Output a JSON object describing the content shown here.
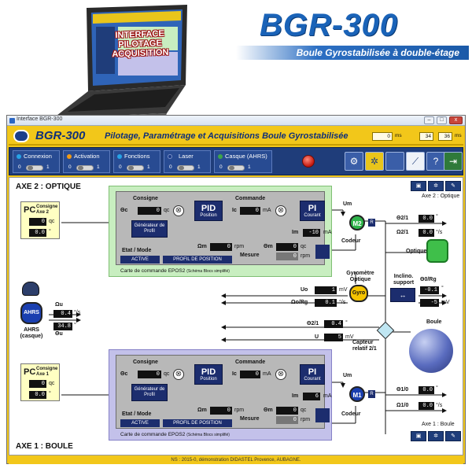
{
  "brand": {
    "title": "BGR-300",
    "subtitle": "Boule Gyrostabilisée à double-étage",
    "laptop_text": [
      "INTERFACE",
      "PILOTAGE",
      "ACQUISITION"
    ]
  },
  "window": {
    "title": "Interface BGR-300",
    "app_title": "BGR-300",
    "app_subtitle": "Pilotage, Paramétrage et Acquisitions Boule Gyrostabilisée",
    "timer1": "0",
    "timer1_unit": "ms",
    "timer2": "34",
    "timer3": "36",
    "timer3_unit": "ms"
  },
  "toolbar": {
    "groups": [
      {
        "label": "Connexion",
        "left": "0",
        "right": "1",
        "led": "#27a3e6"
      },
      {
        "label": "Activation",
        "left": "0",
        "right": "1",
        "led": "#f09a16"
      },
      {
        "label": "Fonctions",
        "left": "0",
        "right": "1",
        "led": "#27a3e6"
      },
      {
        "label": "Laser",
        "left": "0",
        "right": "1",
        "led": "#1b3c8a"
      },
      {
        "label": "Casque (AHRS)",
        "left": "0",
        "right": "1",
        "led": "#3ea44a"
      }
    ],
    "icons": [
      "gear-icon",
      "chart-icon",
      "help-icon",
      "exit-icon"
    ]
  },
  "axe2": {
    "title": "AXE 2 : OPTIQUE",
    "pc_label": "PC",
    "pc_sub": "Consigne Axe 2",
    "pc_v1": "0",
    "pc_u1": "qc",
    "pc_v2": "0.0",
    "pc_u2": "°",
    "consigne_lbl": "Consigne",
    "theta_c": "Θc",
    "theta_c_val": "0",
    "theta_c_unit": "qc",
    "gen_profil": "Générateur de Profil",
    "pid": "PID",
    "pid_sub": "Position",
    "commande_lbl": "Commande",
    "ic": "Ic",
    "ic_val": "0",
    "ic_unit": "mA",
    "pi": "PI",
    "pi_sub": "Courant",
    "im": "Im",
    "im_val": "-10",
    "im_unit": "mA",
    "omega_m": "Ωm",
    "omega_m_val": "0",
    "omega_m_unit": "rpm",
    "theta_m": "Θm",
    "theta_m_val": "0",
    "theta_m_unit": "qc",
    "mesure": "Mesure",
    "theta_m2_val": "0",
    "theta_m2_unit": "rpm",
    "etat_lbl": "Etat / Mode",
    "etat1": "ACTIVE",
    "etat2": "PROFIL DE POSITION",
    "card_caption": "Carte de commande EPOS2",
    "card_caption_s": "(Schéma Blocs simplifié)",
    "um": "Um",
    "motor": "M2",
    "r": "R",
    "codeur": "Codeur",
    "axe_lbl": "Axe 2 : Optique",
    "theta21": "Θ2/1",
    "theta21_val": "0.0",
    "theta21_unit": "°",
    "omega21": "Ω2/1",
    "omega21_val": "0.0",
    "omega21_unit": "°/s",
    "optique": "Optique"
  },
  "mid": {
    "gyro_lbl": "Gyromètre Optique",
    "gyro": "Gyro",
    "uo": "Uo",
    "uo_val": "1",
    "uo_unit": "mV",
    "omega_org": "Ωo/Rg",
    "omega_org_val": "0.1",
    "omega_org_unit": "°/s",
    "inclino": "Inclino. support",
    "theta_org": "Θ0/Rg",
    "theta_org_val": "-0.1",
    "theta_org_unit": "°",
    "theta_org2_val": "-5",
    "theta_org2_unit": "mV",
    "ahrs": "AHRS",
    "ahrs_lbl": "AHRS (casque)",
    "omega_u": "Ωu",
    "omega_u_val": "0.4",
    "omega_u_unit": "°/s",
    "theta_u": "Θu",
    "theta_u_val": "34.8",
    "theta_u_unit": "°",
    "theta21": "Θ2/1",
    "theta21_val": "0.4",
    "theta21_unit": "°",
    "u": "U",
    "u_val": "5",
    "u_unit": "mV",
    "capteur": "Capteur relatif 2/1",
    "boule": "Boule"
  },
  "axe1": {
    "title": "AXE 1 : BOULE",
    "pc_label": "PC",
    "pc_sub": "Consigne Axe 1",
    "pc_v1": "0",
    "pc_u1": "qc",
    "pc_v2": "0.0",
    "pc_u2": "°",
    "consigne_lbl": "Consigne",
    "theta_c": "Θc",
    "theta_c_val": "0",
    "theta_c_unit": "qc",
    "gen_profil": "Générateur de Profil",
    "pid": "PID",
    "pid_sub": "Position",
    "commande_lbl": "Commande",
    "ic": "Ic",
    "ic_val": "0",
    "ic_unit": "mA",
    "pi": "PI",
    "pi_sub": "Courant",
    "im": "Im",
    "im_val": "6",
    "im_unit": "mA",
    "omega_m": "Ωm",
    "omega_m_val": "0",
    "omega_m_unit": "rpm",
    "theta_m": "Θm",
    "theta_m_val": "0",
    "theta_m_unit": "qc",
    "mesure": "Mesure",
    "theta_m2_val": "0",
    "theta_m2_unit": "rpm",
    "etat_lbl": "Etat / Mode",
    "etat1": "ACTIVE",
    "etat2": "PROFIL DE POSITION",
    "card_caption": "Carte de commande EPOS2",
    "card_caption_s": "(Schéma Blocs simplifié)",
    "um": "Um",
    "motor": "M1",
    "r": "R",
    "codeur": "Codeur",
    "axe_lbl": "Axe 1 : Boule",
    "theta10": "Θ1/0",
    "theta10_val": "0.0",
    "theta10_unit": "°",
    "omega10": "Ω1/0",
    "omega10_val": "0.0",
    "omega10_unit": "°/s"
  },
  "footer": "NS : 2015-0, démonstration DIDASTEL Provence, AUBAGNE.",
  "colors": {
    "window_yellow": "#f2c71a",
    "toolbar_blue": "#1f3d7a",
    "card_green": "#c8eec0",
    "card_purple": "#c3c1ea",
    "motor_green": "#2fb34a",
    "motor_blue": "#1a3fb0",
    "gyro_yellow": "#f5c400"
  }
}
